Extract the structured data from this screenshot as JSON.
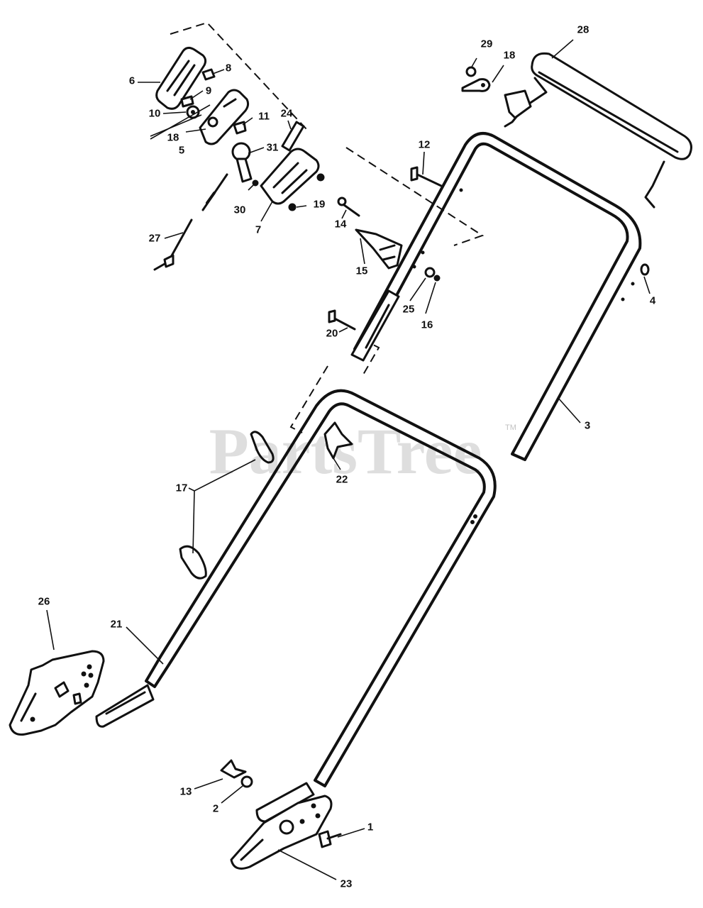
{
  "watermark": {
    "text": "PartsTree",
    "trademark": "TM"
  },
  "callouts": [
    {
      "id": "c6",
      "text": "6"
    },
    {
      "id": "c8",
      "text": "8"
    },
    {
      "id": "c9",
      "text": "9"
    },
    {
      "id": "c10",
      "text": "10"
    },
    {
      "id": "c18a",
      "text": "18"
    },
    {
      "id": "c5",
      "text": "5"
    },
    {
      "id": "c11",
      "text": "11"
    },
    {
      "id": "c24",
      "text": "24"
    },
    {
      "id": "c31",
      "text": "31"
    },
    {
      "id": "c30",
      "text": "30"
    },
    {
      "id": "c7",
      "text": "7"
    },
    {
      "id": "c19",
      "text": "19"
    },
    {
      "id": "c27",
      "text": "27"
    },
    {
      "id": "c29",
      "text": "29"
    },
    {
      "id": "c18b",
      "text": "18"
    },
    {
      "id": "c28",
      "text": "28"
    },
    {
      "id": "c12",
      "text": "12"
    },
    {
      "id": "c14",
      "text": "14"
    },
    {
      "id": "c15",
      "text": "15"
    },
    {
      "id": "c25",
      "text": "25"
    },
    {
      "id": "c16",
      "text": "16"
    },
    {
      "id": "c4",
      "text": "4"
    },
    {
      "id": "c20",
      "text": "20"
    },
    {
      "id": "c3",
      "text": "3"
    },
    {
      "id": "c22",
      "text": "22"
    },
    {
      "id": "c17",
      "text": "17"
    },
    {
      "id": "c26",
      "text": "26"
    },
    {
      "id": "c21",
      "text": "21"
    },
    {
      "id": "c13",
      "text": "13"
    },
    {
      "id": "c2",
      "text": "2"
    },
    {
      "id": "c1",
      "text": "1"
    },
    {
      "id": "c23",
      "text": "23"
    }
  ]
}
